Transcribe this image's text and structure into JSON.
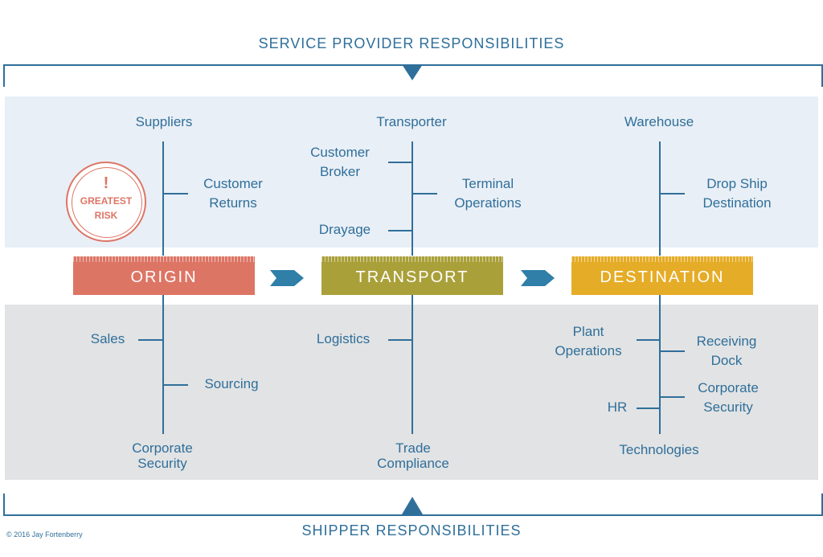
{
  "header": {
    "top_title": "SERVICE PROVIDER RESPONSIBILITIES",
    "bottom_title": "SHIPPER RESPONSIBILITIES"
  },
  "stages": {
    "origin": "ORIGIN",
    "transport": "TRANSPORT",
    "destination": "DESTINATION"
  },
  "risk_badge": {
    "mark": "!",
    "line1": "GREATEST",
    "line2": "RISK"
  },
  "provider": {
    "origin": {
      "title": "Suppliers",
      "customer_returns": [
        "Customer",
        "Returns"
      ]
    },
    "transport": {
      "title": "Transporter",
      "customer_broker": [
        "Customer",
        "Broker"
      ],
      "terminal_operations": [
        "Terminal",
        "Operations"
      ],
      "drayage": "Drayage"
    },
    "destination": {
      "title": "Warehouse",
      "drop_ship": [
        "Drop Ship",
        "Destination"
      ]
    }
  },
  "shipper": {
    "origin": {
      "sales": "Sales",
      "sourcing": "Sourcing",
      "corporate_security": [
        "Corporate",
        "Security"
      ]
    },
    "transport": {
      "logistics": "Logistics",
      "trade_compliance": [
        "Trade",
        "Compliance"
      ]
    },
    "destination": {
      "plant_operations": [
        "Plant",
        "Operations"
      ],
      "receiving_dock": [
        "Receiving",
        "Dock"
      ],
      "corporate_security": [
        "Corporate",
        "Security"
      ],
      "hr": "HR",
      "technologies": "Technologies"
    }
  },
  "copyright": "© 2016 Jay Fortenberry",
  "colors": {
    "accent": "#2f6f9a",
    "origin": "#dd7565",
    "transport": "#aaa03a",
    "destination": "#e5ac27",
    "band_top": "#e9eff6",
    "band_bottom": "#e2e3e4"
  }
}
